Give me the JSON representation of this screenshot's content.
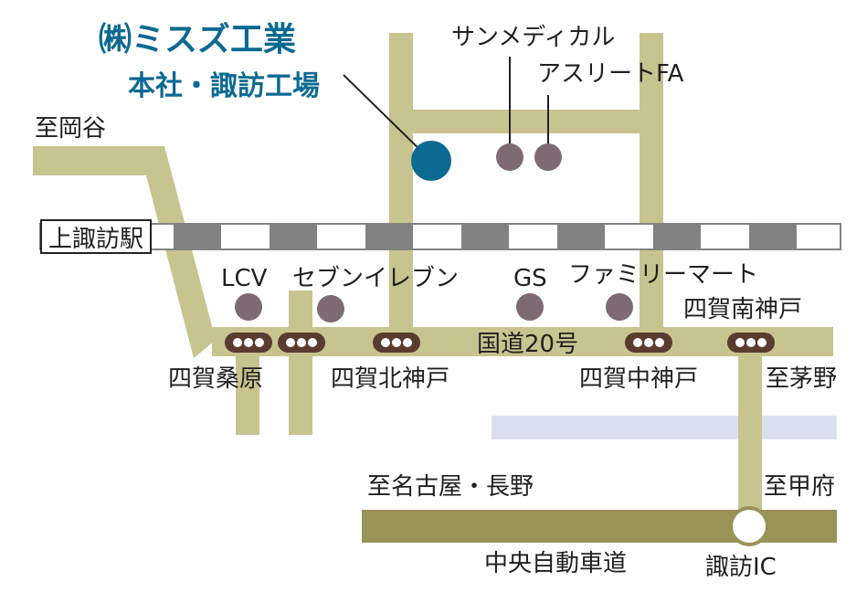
{
  "company": {
    "name": "㈱ミスズ工業",
    "sub": "本社・諏訪工場",
    "color": "#0c6a92"
  },
  "labels": {
    "to_okaya": "至岡谷",
    "station": "上諏訪駅",
    "lcv": "LCV",
    "seven": "セブンイレブン",
    "gs": "GS",
    "family": "ファミリーマート",
    "sanmedical": "サンメディカル",
    "athlete": "アスリートFA",
    "route20": "国道20号",
    "shiga_kuwabara": "四賀桑原",
    "shiga_kitagoto": "四賀北神戸",
    "shiga_nakagoto": "四賀中神戸",
    "shiga_minamigoto": "四賀南神戸",
    "to_chino": "至茅野",
    "to_nagoya": "至名古屋・長野",
    "to_kofu": "至甲府",
    "chuo_expressway": "中央自動車道",
    "suwa_ic": "諏訪IC"
  },
  "colors": {
    "road": "#c8c48f",
    "expressway": "#9a9358",
    "rail_dark": "#828282",
    "poi": "#7e6a72",
    "signal": "#5a3b30",
    "river": "#d9e1f0"
  }
}
